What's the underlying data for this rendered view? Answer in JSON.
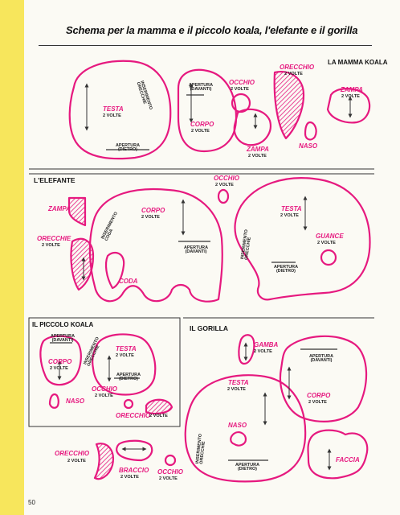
{
  "page": {
    "title": "Schema per la mamma e il piccolo koala, l'elefante e il gorilla",
    "page_number": "50"
  },
  "colors": {
    "outline": "#e6197f",
    "accent_strip": "#f7e65c",
    "hatch": "#e6197f"
  },
  "sections": {
    "mamma_koala": {
      "heading": "LA MAMMA KOALA",
      "testa": {
        "name": "TESTA",
        "times": "2 VOLTE"
      },
      "apertura_dietro": "APERTURA (DIETRO)",
      "inserimento_orecchie": "INSERIMENTO ORECCHIE",
      "occhio": {
        "name": "OCCHIO",
        "times": "2 VOLTE"
      },
      "apertura_davanti": "APERTURA (DAVANTI)",
      "corpo": {
        "name": "CORPO",
        "times": "2 VOLTE"
      },
      "orecchio": {
        "name": "ORECCHIO",
        "times": "2 VOLTE"
      },
      "zampa1": {
        "name": "ZAMPA",
        "times": "2 VOLTE"
      },
      "zampa2": {
        "name": "ZAMPA",
        "times": "2 VOLTE"
      },
      "naso": {
        "name": "NASO"
      }
    },
    "elefante": {
      "heading": "L'ELEFANTE",
      "zampa": {
        "name": "ZAMPA"
      },
      "orecchie": {
        "name": "ORECCHIE",
        "times": "2 VOLTE"
      },
      "corpo": {
        "name": "CORPO",
        "times": "2 VOLTE"
      },
      "inserimento_coda": "INSERIMENTO CODA",
      "apertura_davanti": "APERTURA (DAVANTI)",
      "coda": {
        "name": "CODA"
      },
      "occhio": {
        "name": "OCCHIO",
        "times": "2 VOLTE"
      },
      "testa": {
        "name": "TESTA",
        "times": "2 VOLTE"
      },
      "inserimento_orecchie": "INSERIMENTO ORECCHIE",
      "guance": {
        "name": "GUANCE",
        "times": "2 VOLTE"
      },
      "apertura_dietro": "APERTURA (DIETRO)"
    },
    "piccolo_koala": {
      "heading": "IL PICCOLO KOALA",
      "apertura_davanti": "APERTURA (DAVANTI)",
      "corpo": {
        "name": "CORPO",
        "times": "2 VOLTE"
      },
      "inserimento_orecchie": "INSERIMENTO ORECCHIE",
      "testa": {
        "name": "TESTA",
        "times": "2 VOLTE"
      },
      "apertura_dietro": "APERTURA (DIETRO)",
      "naso": {
        "name": "NASO"
      },
      "occhio": {
        "name": "OCCHIO",
        "times": "2 VOLTE"
      },
      "orecchio": {
        "name": "ORECCHIO",
        "times": "2 VOLTE"
      }
    },
    "gorilla": {
      "heading": "IL GORILLA",
      "gamba": {
        "name": "GAMBA",
        "times": "2 VOLTE"
      },
      "apertura_davanti": "APERTURA (DAVANTI)",
      "corpo": {
        "name": "CORPO",
        "times": "2 VOLTE"
      },
      "testa": {
        "name": "TESTA",
        "times": "2 VOLTE"
      },
      "naso": {
        "name": "NASO"
      },
      "inserimento_orecchie": "INSERIMENTO ORECCHIE",
      "apertura_dietro": "APERTURA (DIETRO)",
      "faccia": {
        "name": "FACCIA"
      },
      "orecchio": {
        "name": "ORECCHIO",
        "times": "2 VOLTE"
      },
      "braccio": {
        "name": "BRACCIO",
        "times": "2 VOLTE"
      },
      "occhio": {
        "name": "OCCHIO",
        "times": "2 VOLTE"
      }
    }
  }
}
